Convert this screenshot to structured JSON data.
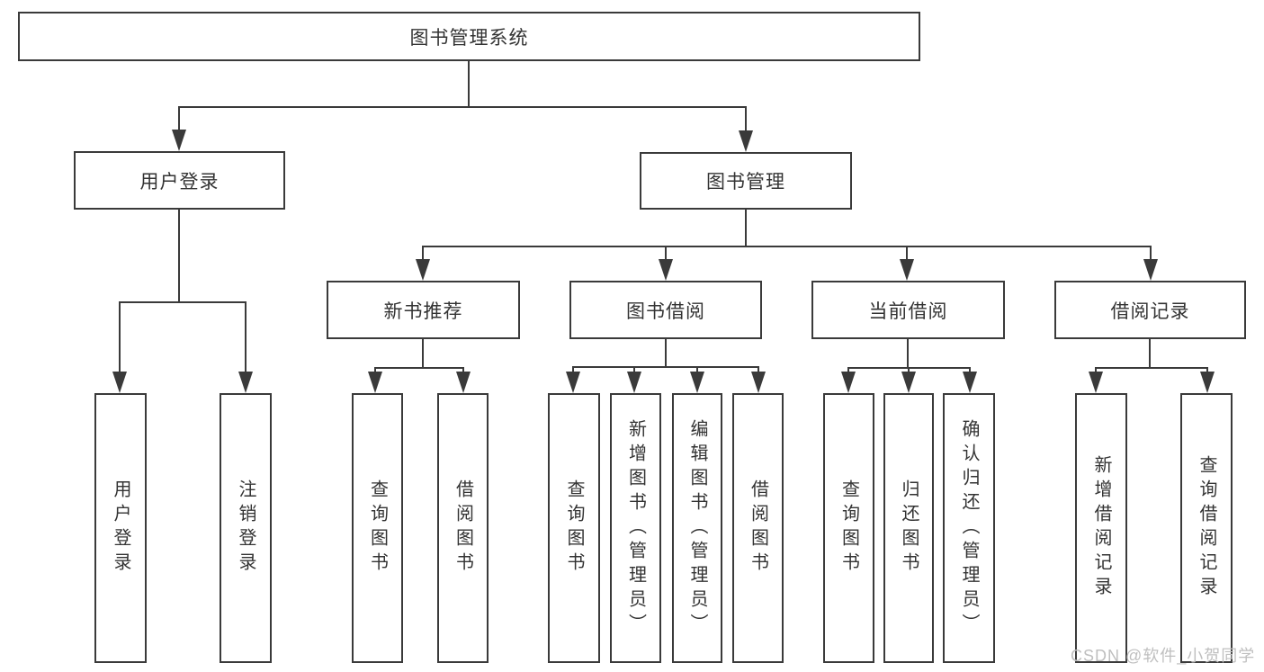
{
  "diagram": {
    "root": {
      "label": "图书管理系统"
    },
    "branches": [
      {
        "label": "用户登录",
        "children": [
          {
            "label": "用户登录"
          },
          {
            "label": "注销登录"
          }
        ]
      },
      {
        "label": "图书管理",
        "children": [
          {
            "label": "新书推荐",
            "children": [
              {
                "label": "查询图书"
              },
              {
                "label": "借阅图书"
              }
            ]
          },
          {
            "label": "图书借阅",
            "children": [
              {
                "label": "查询图书"
              },
              {
                "label": "新增图书（管理员）"
              },
              {
                "label": "编辑图书（管理员）"
              },
              {
                "label": "借阅图书"
              }
            ]
          },
          {
            "label": "当前借阅",
            "children": [
              {
                "label": "查询图书"
              },
              {
                "label": "归还图书"
              },
              {
                "label": "确认归还（管理员）"
              }
            ]
          },
          {
            "label": "借阅记录",
            "children": [
              {
                "label": "新增借阅记录"
              },
              {
                "label": "查询借阅记录"
              }
            ]
          }
        ]
      }
    ]
  },
  "watermark": {
    "text": "CSDN @软件_小贺同学"
  },
  "colors": {
    "line": "#3a3a3a",
    "text": "#333333",
    "background": "#ffffff",
    "watermark": "#bfbfbf"
  }
}
